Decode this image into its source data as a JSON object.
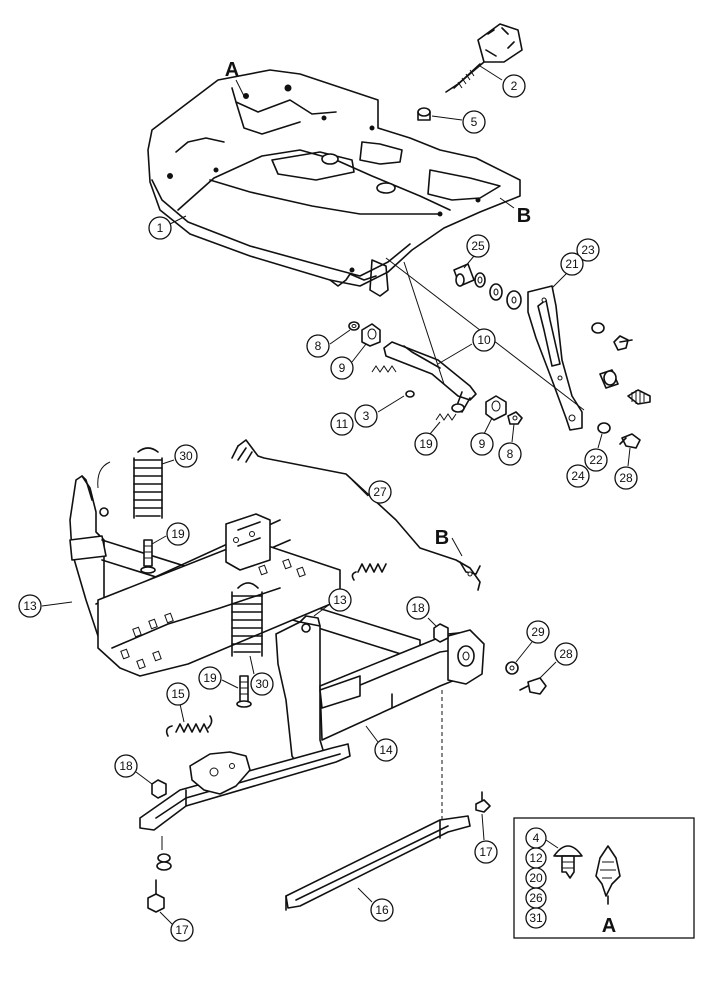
{
  "figure": {
    "reference_letters": {
      "a_top": "A",
      "b_right": "B",
      "b_link": "B",
      "a_inset": "A"
    },
    "callouts": {
      "c1": "1",
      "c2": "2",
      "c5": "5",
      "c25": "25",
      "c23": "23",
      "c21": "21",
      "c8a": "8",
      "c9a": "9",
      "c10": "10",
      "c11": "11",
      "c3": "3",
      "c19a": "19",
      "c9b": "9",
      "c8b": "8",
      "c22": "22",
      "c24": "24",
      "c28a": "28",
      "c30a": "30",
      "c27": "27",
      "c19b": "19",
      "c13a": "13",
      "c13b": "13",
      "c18a": "18",
      "c29": "29",
      "c28b": "28",
      "c19c": "19",
      "c30b": "30",
      "c15": "15",
      "c14": "14",
      "c18b": "18",
      "c17a": "17",
      "c16": "16",
      "c17b": "17"
    },
    "inset": {
      "items": [
        "4",
        "12",
        "20",
        "26",
        "31"
      ]
    }
  }
}
